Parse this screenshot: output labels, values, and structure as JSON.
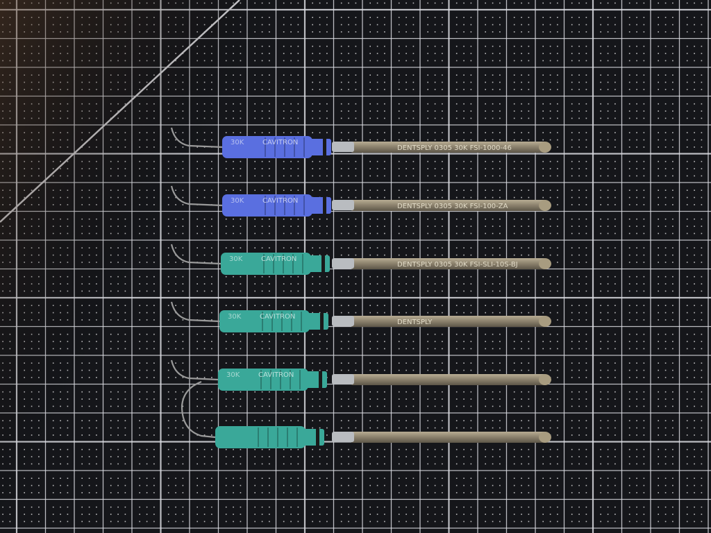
{
  "scene": {
    "description_type": "photo",
    "background": "cutting-mat",
    "mat_color": "#15161a",
    "grid_line_color": "#d9dbe0",
    "dot_color": "#e8e8ea"
  },
  "inserts": [
    {
      "handle_color": "#5a6fe0",
      "size": "30K",
      "brand": "CAVITRON",
      "shaft_text": "DENTSPLY 0305 30K FSI-1000-46"
    },
    {
      "handle_color": "#5a6fe0",
      "size": "30K",
      "brand": "CAVITRON",
      "shaft_text": "DENTSPLY 0305 30K FSI-100-ZA"
    },
    {
      "handle_color": "#3aa899",
      "size": "30K",
      "brand": "CAVITRON",
      "shaft_text": "DENTSPLY 0305 30K FSI-SLI-10S-BJ"
    },
    {
      "handle_color": "#3aa899",
      "size": "30K",
      "brand": "CAVITRON",
      "shaft_text": "DENTSPLY"
    },
    {
      "handle_color": "#3aa899",
      "size": "30K",
      "brand": "CAVITRON",
      "shaft_text": ""
    },
    {
      "handle_color": "#3aa899",
      "size": "",
      "brand": "",
      "shaft_text": ""
    }
  ]
}
